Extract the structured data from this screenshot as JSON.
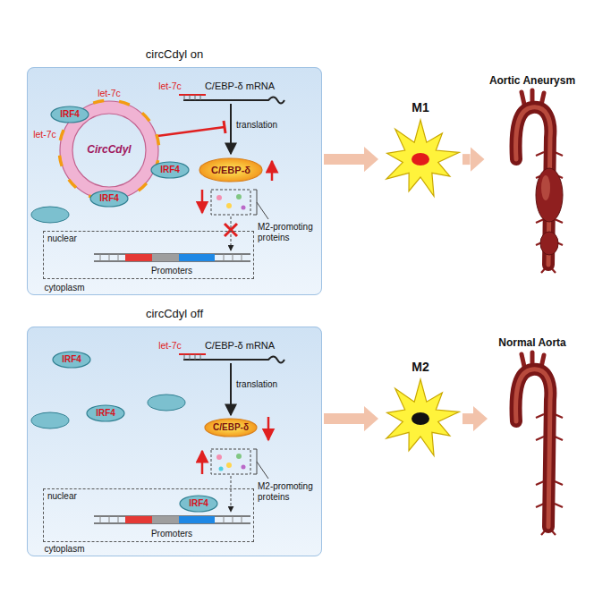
{
  "diagram": {
    "nodes": [
      {
        "text": [
          "circCdyl on"
        ]
      },
      {
        "text": [
          "CircCdyl"
        ],
        "in": 0
      },
      {
        "text": [
          "IRF4"
        ],
        "in": 0
      },
      {
        "text": [
          "IRF4"
        ],
        "in": 0
      },
      {
        "text": [
          "IRF4"
        ],
        "in": 0
      },
      {
        "text": [
          "C/EBP-δ"
        ],
        "in": 0
      },
      {
        "text": [
          "nuclear"
        ],
        "in": 0
      },
      {
        "text": [
          "M1"
        ]
      },
      {
        "text": [
          "Aortic Aneurysm"
        ]
      },
      {
        "text": [
          "circCdyl off"
        ]
      },
      {
        "text": [
          "IRF4"
        ],
        "in": 9
      },
      {
        "text": [
          "IRF4"
        ],
        "in": 9
      },
      {
        "text": [
          "C/EBP-δ"
        ],
        "in": 9
      },
      {
        "text": [
          "nuclear"
        ],
        "in": 9
      },
      {
        "text": [
          "IRF4"
        ],
        "in": 13
      },
      {
        "text": [
          "M2"
        ]
      },
      {
        "text": [
          "Normal Aorta"
        ]
      }
    ],
    "edges": [
      {
        "from": 0,
        "to": 7,
        "arrow": "to"
      },
      {
        "from": 7,
        "to": 8,
        "arrow": "to"
      },
      {
        "from": 9,
        "to": 15,
        "arrow": "to"
      },
      {
        "from": 15,
        "to": 16,
        "arrow": "to"
      }
    ],
    "labels": [
      "let-7c",
      "let-7c",
      "let-7c",
      "C/EBP-δ mRNA",
      "translation",
      "M2-promoting proteins",
      "Promoters",
      "cytoplasm",
      "let-7c",
      "C/EBP-δ mRNA",
      "translation",
      "M2-promoting proteins",
      "Promoters",
      "cytoplasm"
    ]
  }
}
